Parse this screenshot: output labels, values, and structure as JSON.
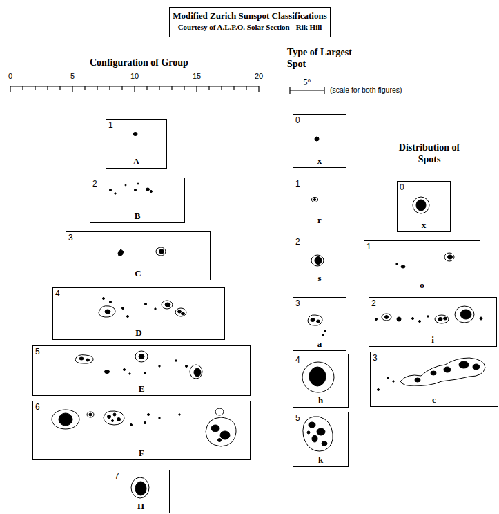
{
  "diagram": {
    "nodes": [
      {
        "text": [
          "Modified Zurich Sunspot Classifications",
          "Courtesy of A.L.P.O. Solar Section - Rik Hill"
        ]
      },
      {
        "text": [
          "1",
          "A"
        ]
      },
      {
        "text": [
          "2",
          "B"
        ]
      },
      {
        "text": [
          "3",
          "C"
        ]
      },
      {
        "text": [
          "4",
          "D"
        ]
      },
      {
        "text": [
          "5",
          "E"
        ]
      },
      {
        "text": [
          "6",
          "F"
        ]
      },
      {
        "text": [
          "7",
          "H"
        ]
      },
      {
        "text": [
          "0",
          "x"
        ]
      },
      {
        "text": [
          "1",
          "r"
        ]
      },
      {
        "text": [
          "2",
          "s"
        ]
      },
      {
        "text": [
          "3",
          "a"
        ]
      },
      {
        "text": [
          "4",
          "h"
        ]
      },
      {
        "text": [
          "5",
          "k"
        ]
      },
      {
        "text": [
          "0",
          "x"
        ]
      },
      {
        "text": [
          "1",
          "o"
        ]
      },
      {
        "text": [
          "2",
          "i"
        ]
      },
      {
        "text": [
          "3",
          "c"
        ]
      }
    ],
    "labels": [
      "Configuration of Group",
      "0",
      "5",
      "10",
      "15",
      "20",
      "Type of Largest Spot",
      "5°",
      "(scale for both figures)",
      "Distribution of Spots"
    ]
  }
}
